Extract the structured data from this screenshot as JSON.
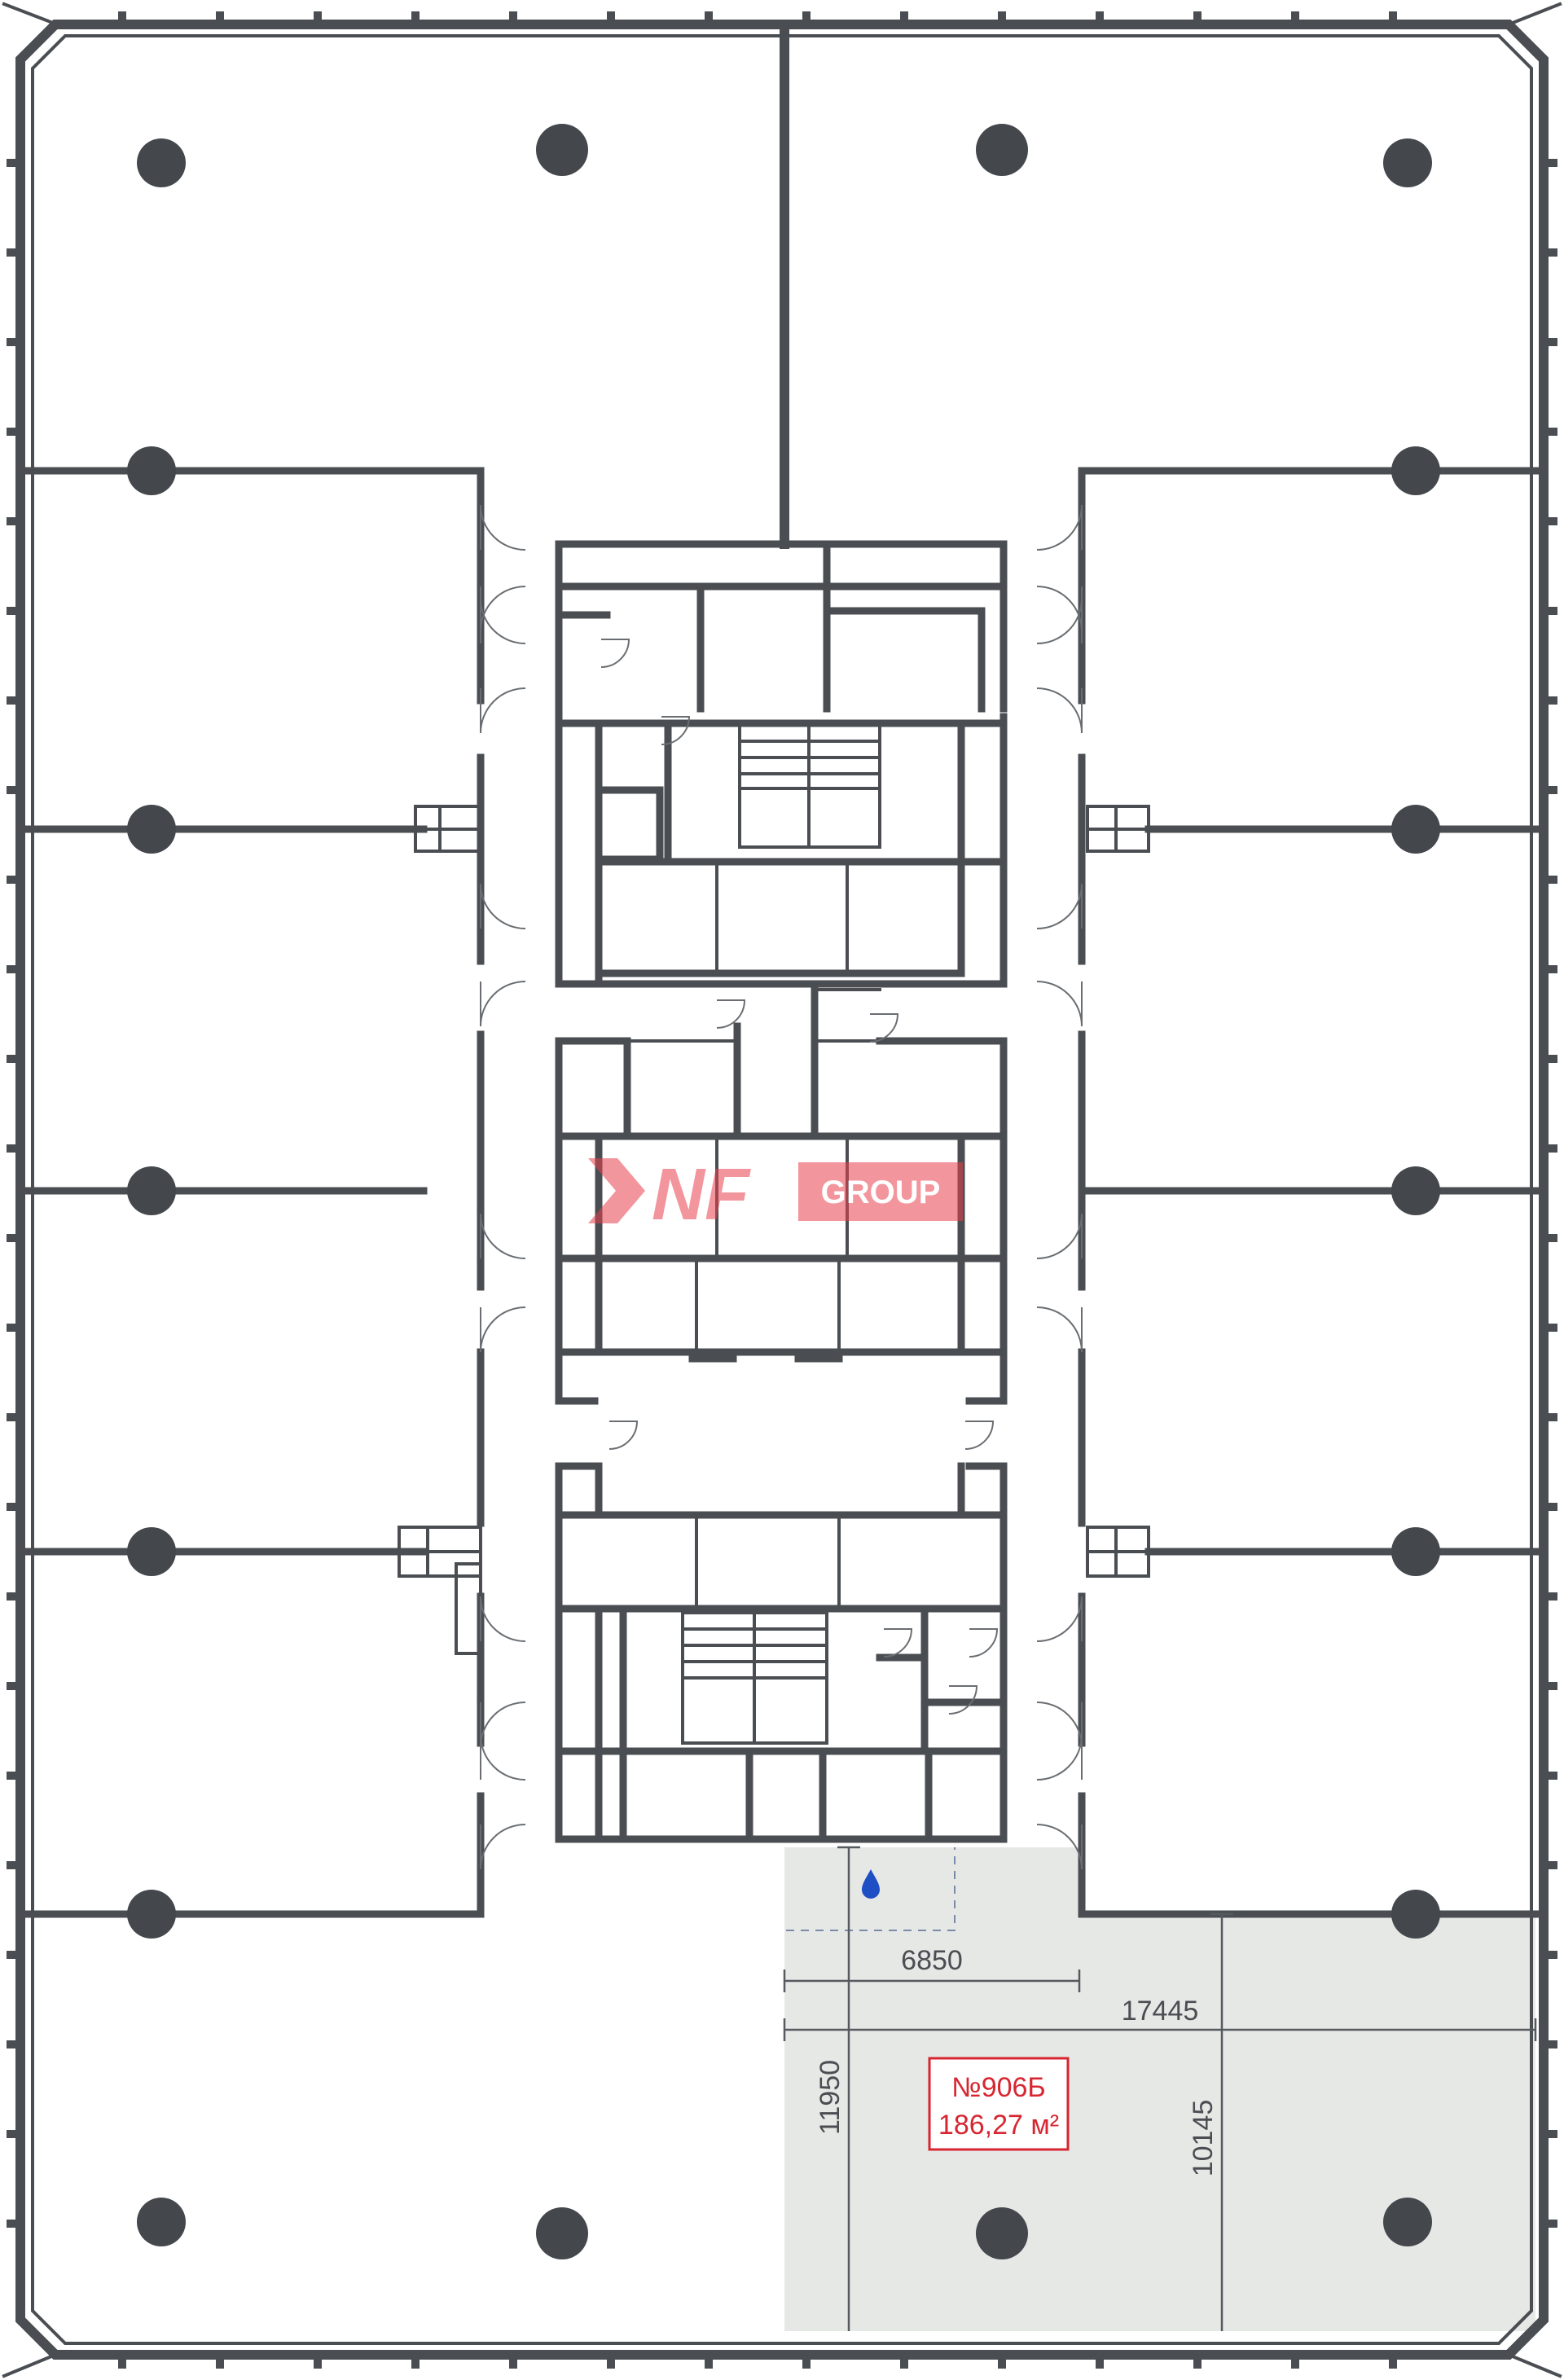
{
  "unit": {
    "number": "№906Б",
    "area": "186,27 м²",
    "highlight_color": "#e6e8e6",
    "label_color": "#d72631"
  },
  "dimensions": {
    "width_corridor": "6850",
    "width_total": "17445",
    "depth_left": "11950",
    "depth_right": "10145"
  },
  "watermark": {
    "brand_main": "NF",
    "brand_sub": "GROUP",
    "color": "#e8404c"
  },
  "colors": {
    "wall": "#4a4e52",
    "column": "#44484c",
    "water_marker": "#1f4fc4"
  },
  "icons": {
    "water_marker": "water-drop-icon"
  }
}
